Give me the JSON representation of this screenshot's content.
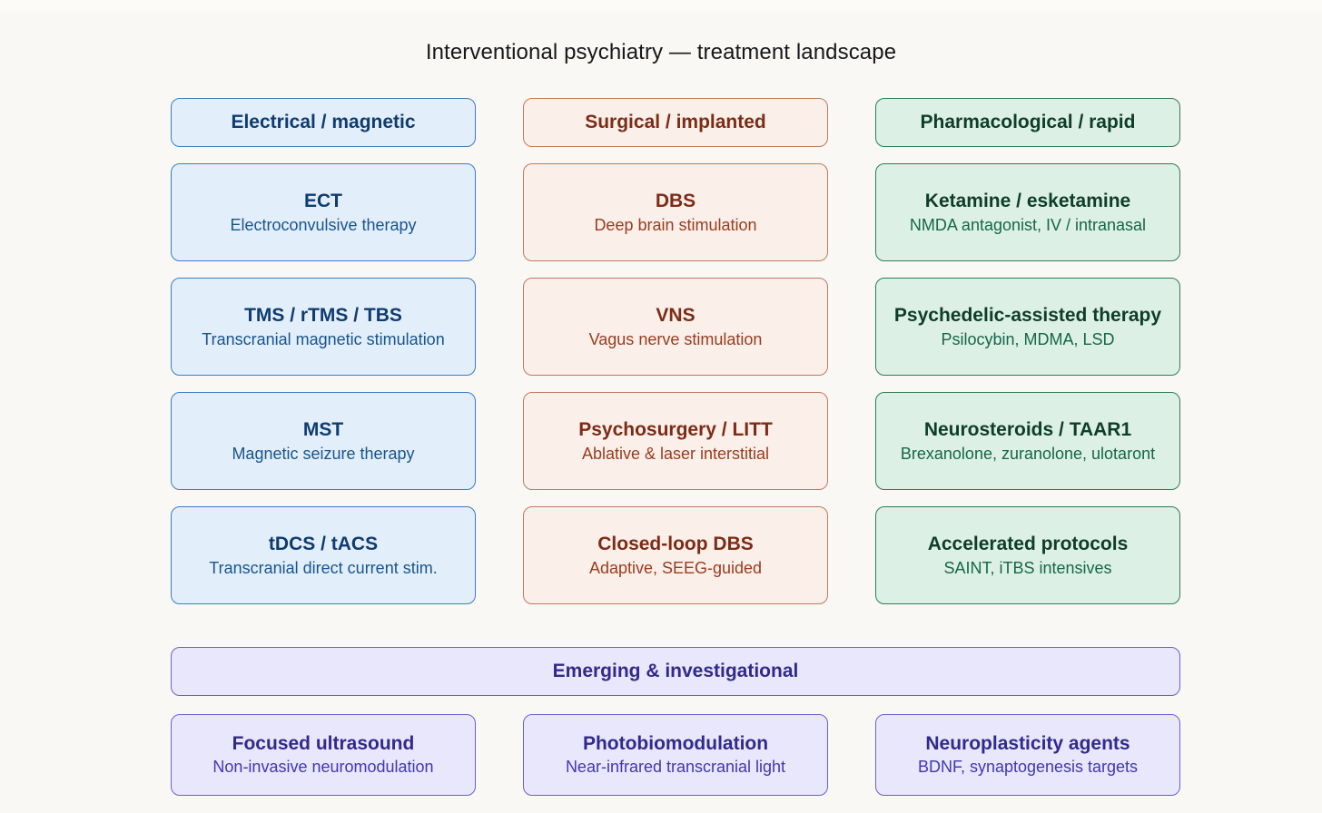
{
  "page": {
    "title": "Interventional psychiatry — treatment landscape",
    "background_color": "#faf8f4"
  },
  "columns": [
    {
      "key": "electrical",
      "accent_color": "#3c7dc4",
      "fill_color": "#e3eefb",
      "title_color": "#0f3c70",
      "header": "Electrical / magnetic",
      "items": [
        {
          "title": "ECT",
          "subtitle": "Electroconvulsive therapy"
        },
        {
          "title": "TMS / rTMS / TBS",
          "subtitle": "Transcranial magnetic stimulation"
        },
        {
          "title": "MST",
          "subtitle": "Magnetic seizure therapy"
        },
        {
          "title": "tDCS / tACS",
          "subtitle": "Transcranial direct current stim."
        }
      ]
    },
    {
      "key": "surgical",
      "accent_color": "#c07a5e",
      "fill_color": "#fbefe9",
      "title_color": "#7c2c16",
      "header": "Surgical / implanted",
      "items": [
        {
          "title": "DBS",
          "subtitle": "Deep brain stimulation"
        },
        {
          "title": "VNS",
          "subtitle": "Vagus nerve stimulation"
        },
        {
          "title": "Psychosurgery / LITT",
          "subtitle": "Ablative & laser interstitial"
        },
        {
          "title": "Closed-loop DBS",
          "subtitle": "Adaptive, SEEG-guided"
        }
      ]
    },
    {
      "key": "pharmacological",
      "accent_color": "#2e7d58",
      "fill_color": "#ddf0e6",
      "title_color": "#0e3d2a",
      "header": "Pharmacological / rapid",
      "items": [
        {
          "title": "Ketamine / esketamine",
          "subtitle": "NMDA antagonist, IV / intranasal"
        },
        {
          "title": "Psychedelic-assisted therapy",
          "subtitle": "Psilocybin, MDMA, LSD"
        },
        {
          "title": "Neurosteroids / TAAR1",
          "subtitle": "Brexanolone, zuranolone, ulotaront"
        },
        {
          "title": "Accelerated protocols",
          "subtitle": "SAINT, iTBS intensives"
        }
      ]
    }
  ],
  "emerging": {
    "key": "emerging",
    "accent_color": "#6b5fd6",
    "fill_color": "#e9e7fb",
    "title_color": "#312a8c",
    "header": "Emerging & investigational",
    "items": [
      {
        "title": "Focused ultrasound",
        "subtitle": "Non-invasive neuromodulation"
      },
      {
        "title": "Photobiomodulation",
        "subtitle": "Near-infrared transcranial light"
      },
      {
        "title": "Neuroplasticity agents",
        "subtitle": "BDNF, synaptogenesis targets"
      }
    ]
  }
}
